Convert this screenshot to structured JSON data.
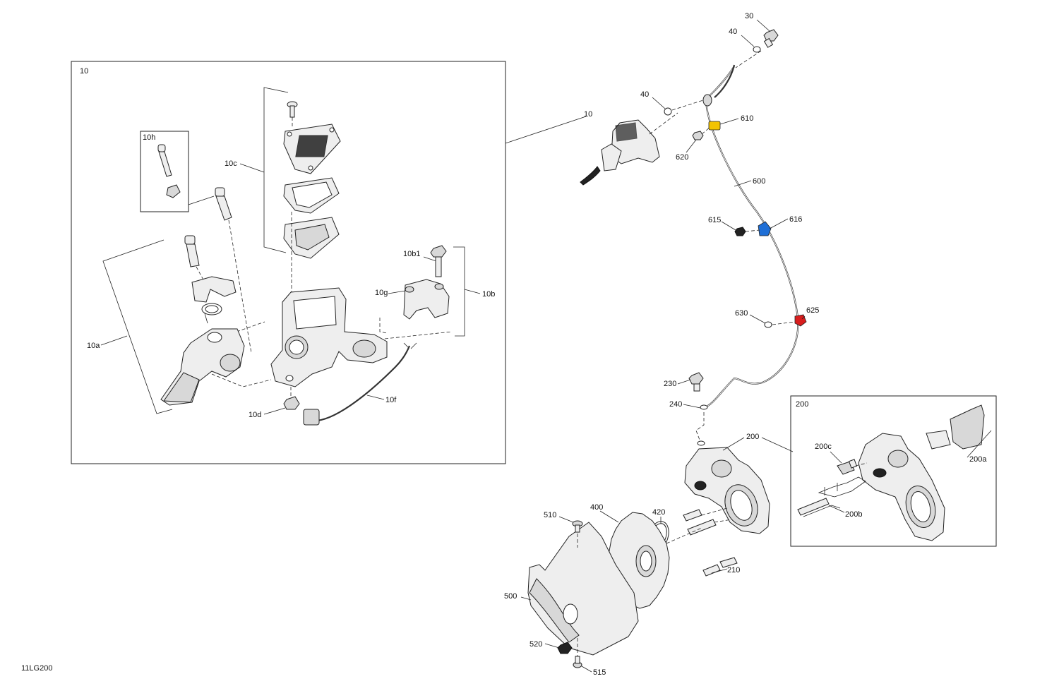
{
  "diagram_code": "11LG200",
  "colors": {
    "clip_610": "#f2c300",
    "clip_616": "#1f6fd6",
    "clip_625": "#d81e1e",
    "line": "#222222"
  },
  "callouts": {
    "c10_box": "10",
    "c10h": "10h",
    "c10c": "10c",
    "c10a": "10a",
    "c10b1": "10b1",
    "c10g": "10g",
    "c10b": "10b",
    "c10d": "10d",
    "c10f": "10f",
    "c30": "30",
    "c40_top": "40",
    "c40_mid": "40",
    "c10_main": "10",
    "c610": "610",
    "c620": "620",
    "c600": "600",
    "c615": "615",
    "c616": "616",
    "c630": "630",
    "c625": "625",
    "c230": "230",
    "c240": "240",
    "c200_box": "200",
    "c200": "200",
    "c200c": "200c",
    "c200a": "200a",
    "c200b": "200b",
    "c510": "510",
    "c400": "400",
    "c420": "420",
    "c210": "210",
    "c500": "500",
    "c520": "520",
    "c515": "515"
  }
}
